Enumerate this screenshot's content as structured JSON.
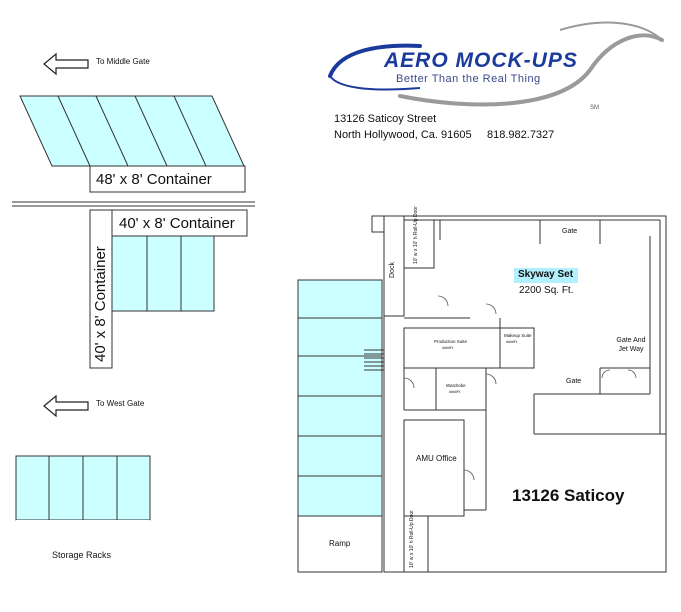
{
  "brand": {
    "name": "AERO MOCK-UPS",
    "tagline": "Better Than the Real Thing",
    "mark": "SM",
    "colors": {
      "name": "#1a3a9c",
      "swoosh_gray": "#9a9a9a",
      "swoosh_blue": "#1a3a9c"
    }
  },
  "address": {
    "street": "13126 Saticoy Street",
    "city": "North Hollywood, Ca. 91605",
    "phone": "818.982.7327"
  },
  "directions": {
    "middle_gate": "To Middle Gate",
    "west_gate": "To West Gate"
  },
  "containers": {
    "top": "48' x 8' Container",
    "middle": "40' x 8' Container",
    "vertical": "40' x 8' Container"
  },
  "areas": {
    "storage_racks": "Storage Racks",
    "ramp": "Ramp",
    "dock": "Dock",
    "rollup_door_top": "10' w x 10' h Roll-Up Door",
    "rollup_door_bottom": "10' w x 10' h Roll-Up Door",
    "gate_top": "Gate",
    "gate_mid": "Gate",
    "gate_jetway": "Gate And Jet Way",
    "skyway_set": "Skyway Set",
    "skyway_size": "2200 Sq. Ft.",
    "production_suite": "Production Suite",
    "production_suite_dims": "####Ft.",
    "makeup_suite": "Makeup Suite",
    "makeup_suite_dims": "####Ft.",
    "wardrobe": "Wardrobe",
    "wardrobe_dims": "####Ft.",
    "amu_office": "AMU Office",
    "building": "13126 Saticoy"
  },
  "colors": {
    "fill": "#ccffff",
    "highlight": "#b3f0ff",
    "stroke": "#333333"
  }
}
